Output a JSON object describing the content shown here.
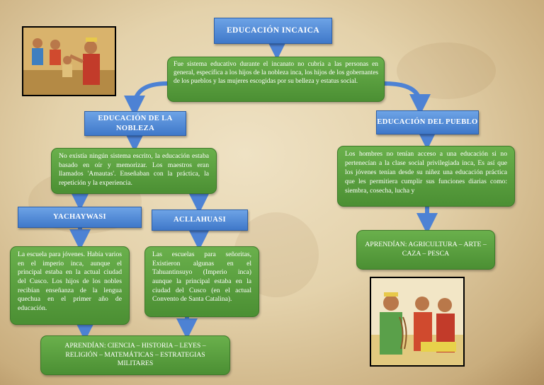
{
  "title": "EDUCACIÓN INCAICA",
  "intro": "Fue sistema educativo durante el incanato no cubría a las personas en general, específica a los hijos de la nobleza inca, los hijos de los gobernantes de los pueblos y las mujeres escogidas por su belleza y estatus social.",
  "nobleza": {
    "title": "EDUCACIÓN DE LA NOBLEZA",
    "desc": "No existía ningún sistema escrito, la educación estaba basado en oír y memorizar. Los maestros eran llamados 'Amautas'. Enseñaban con la práctica, la repetición y la experiencia.",
    "yachaywasi": {
      "title": "YACHAYWASI",
      "desc": "La escuela para jóvenes. Había varios en el imperio inca, aunque el principal estaba en la actual ciudad del Cusco. Los hijos de los nobles recibían enseñanza de la lengua quechua en el primer año de educación."
    },
    "acllahuasi": {
      "title": "ACLLAHUASI",
      "desc": "Las escuelas para señoritas, Existieron algunas en el Tahuantinsuyo (Imperio inca) aunque la principal estaba en la ciudad del Cusco (en el actual Convento de Santa Catalina)."
    },
    "learned": "APRENDÍAN: CIENCIA – HISTORIA – LEYES – RELIGIÓN – MATEMÁTICAS – ESTRATEGIAS MILITARES"
  },
  "pueblo": {
    "title": "EDUCACIÓN DEL PUEBLO",
    "desc": "Los hombres no tenían acceso a una educación si no pertenecían a la clase social privilegiada inca, Es así que los jóvenes tenían desde su niñez una educación práctica que les permitiera cumplir sus funciones diarias como: siembra, cosecha, lucha y",
    "learned": "APRENDÍAN: AGRICULTURA – ARTE – CAZA – PESCA"
  },
  "colors": {
    "blue_box": "#4f8ad6",
    "green_box": "#5a9e3f",
    "arrow": "#4d82d4",
    "background": "#e6d5b0"
  },
  "icons": [
    "illustration-inca-teacher",
    "illustration-inca-weavers"
  ]
}
